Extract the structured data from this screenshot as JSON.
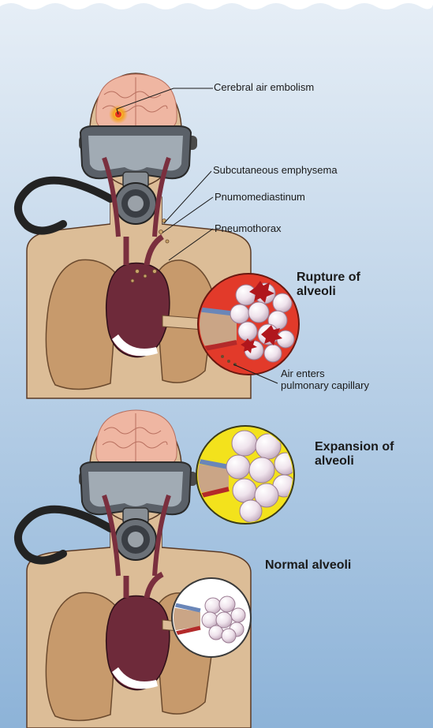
{
  "colors": {
    "water_top": "#dfe9f3",
    "water_bottom": "#8fb5d9",
    "skin": "#dcbd97",
    "skin_outline": "#5a3a26",
    "brain": "#efb6a2",
    "lung": "#c79a6c",
    "heart": "#6e2a3a",
    "artery_red": "#d8302a",
    "vein_blue": "#6a86b8",
    "alveoli": "#f2e6ef",
    "ruptured_ring": "#e23a2a",
    "expansion_ring": "#f3e21c"
  },
  "labels": {
    "cerebral_air_embolism": "Cerebral air embolism",
    "subcutaneous_emphysema": "Subcutaneous emphysema",
    "pnumomediastinum": "Pnumomediastinum",
    "pneumothorax": "Pneumothorax",
    "rupture_line1": "Rupture of",
    "rupture_line2": "alveoli",
    "air_enters_line1": "Air enters",
    "air_enters_line2": "pulmonary capillary",
    "expansion_line1": "Expansion of",
    "expansion_line2": "alveoli",
    "normal_alveoli": "Normal alveoli"
  }
}
